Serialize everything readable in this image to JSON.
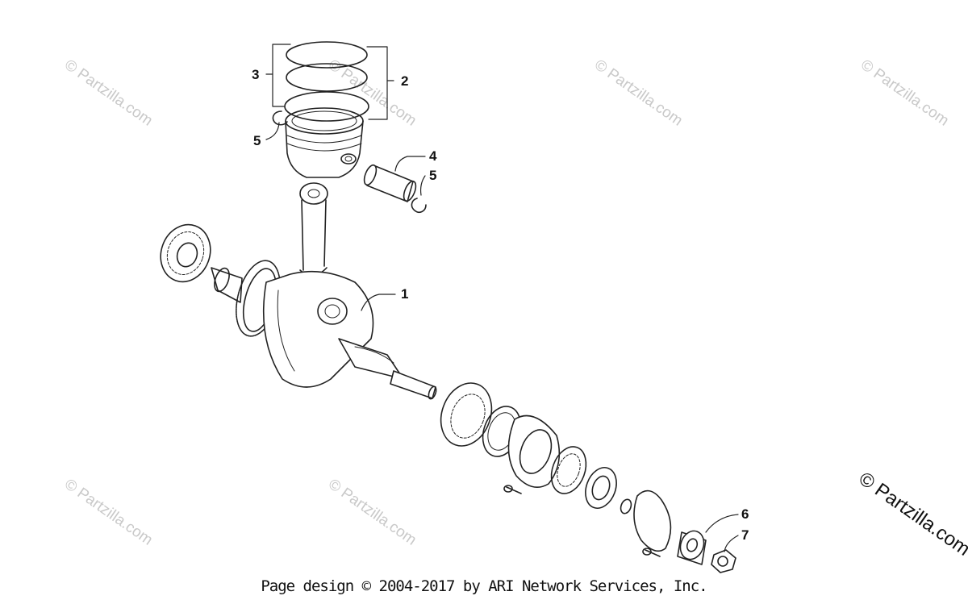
{
  "callouts": {
    "c1": "1",
    "c2": "2",
    "c3": "3",
    "c4": "4",
    "c5a": "5",
    "c5b": "5",
    "c6": "6",
    "c7": "7"
  },
  "watermark": {
    "text": "© Partzilla.com",
    "main_text": "© Partzilla.com"
  },
  "footer": {
    "text": "Page design © 2004-2017 by ARI Network Services, Inc."
  }
}
